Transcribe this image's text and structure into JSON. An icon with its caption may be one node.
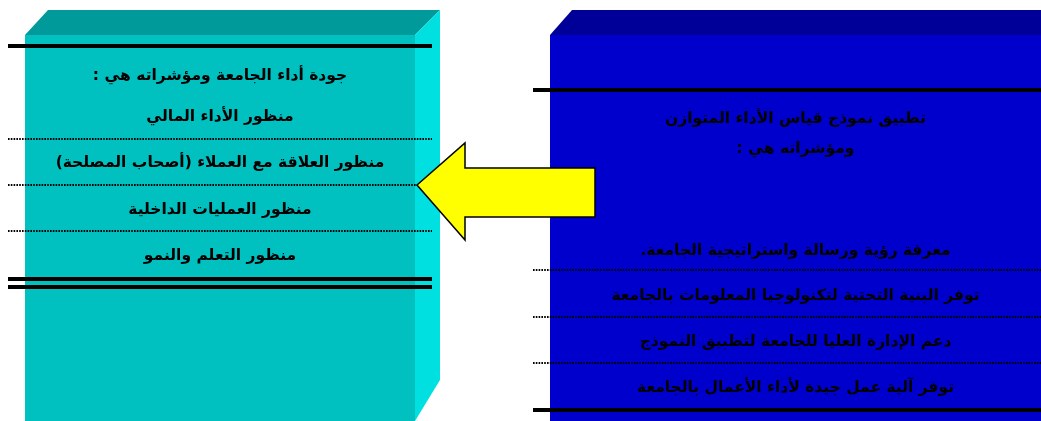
{
  "diagram": {
    "nodes": [
      {
        "text": [
          "جودة أداء الجامعة ومؤشراته هي :",
          "منظور الأداء المالي",
          "منظور العلاقة مع العملاء (أصحاب المصلحة)",
          "منظور العمليات الداخلية",
          "منظور التعلم والنمو"
        ]
      },
      {
        "text": [
          "تطبيق نموذج قياس الأداء المتوازن ومؤشراته هي :",
          "معرفة رؤية ورسالة واستراتيجية الجامعة.",
          "توفر البنية التحتية لتكنولوجيا المعلومات بالجامعة",
          "دعم الإدارة العليا للجامعة لتطبيق النموذج",
          "توفر آلية عمل جيدة لأداء الأعمال بالجامعة"
        ]
      }
    ],
    "edges": [
      {
        "from": 1,
        "to": 0,
        "arrow": "to",
        "color": "#ffff00"
      }
    ]
  }
}
